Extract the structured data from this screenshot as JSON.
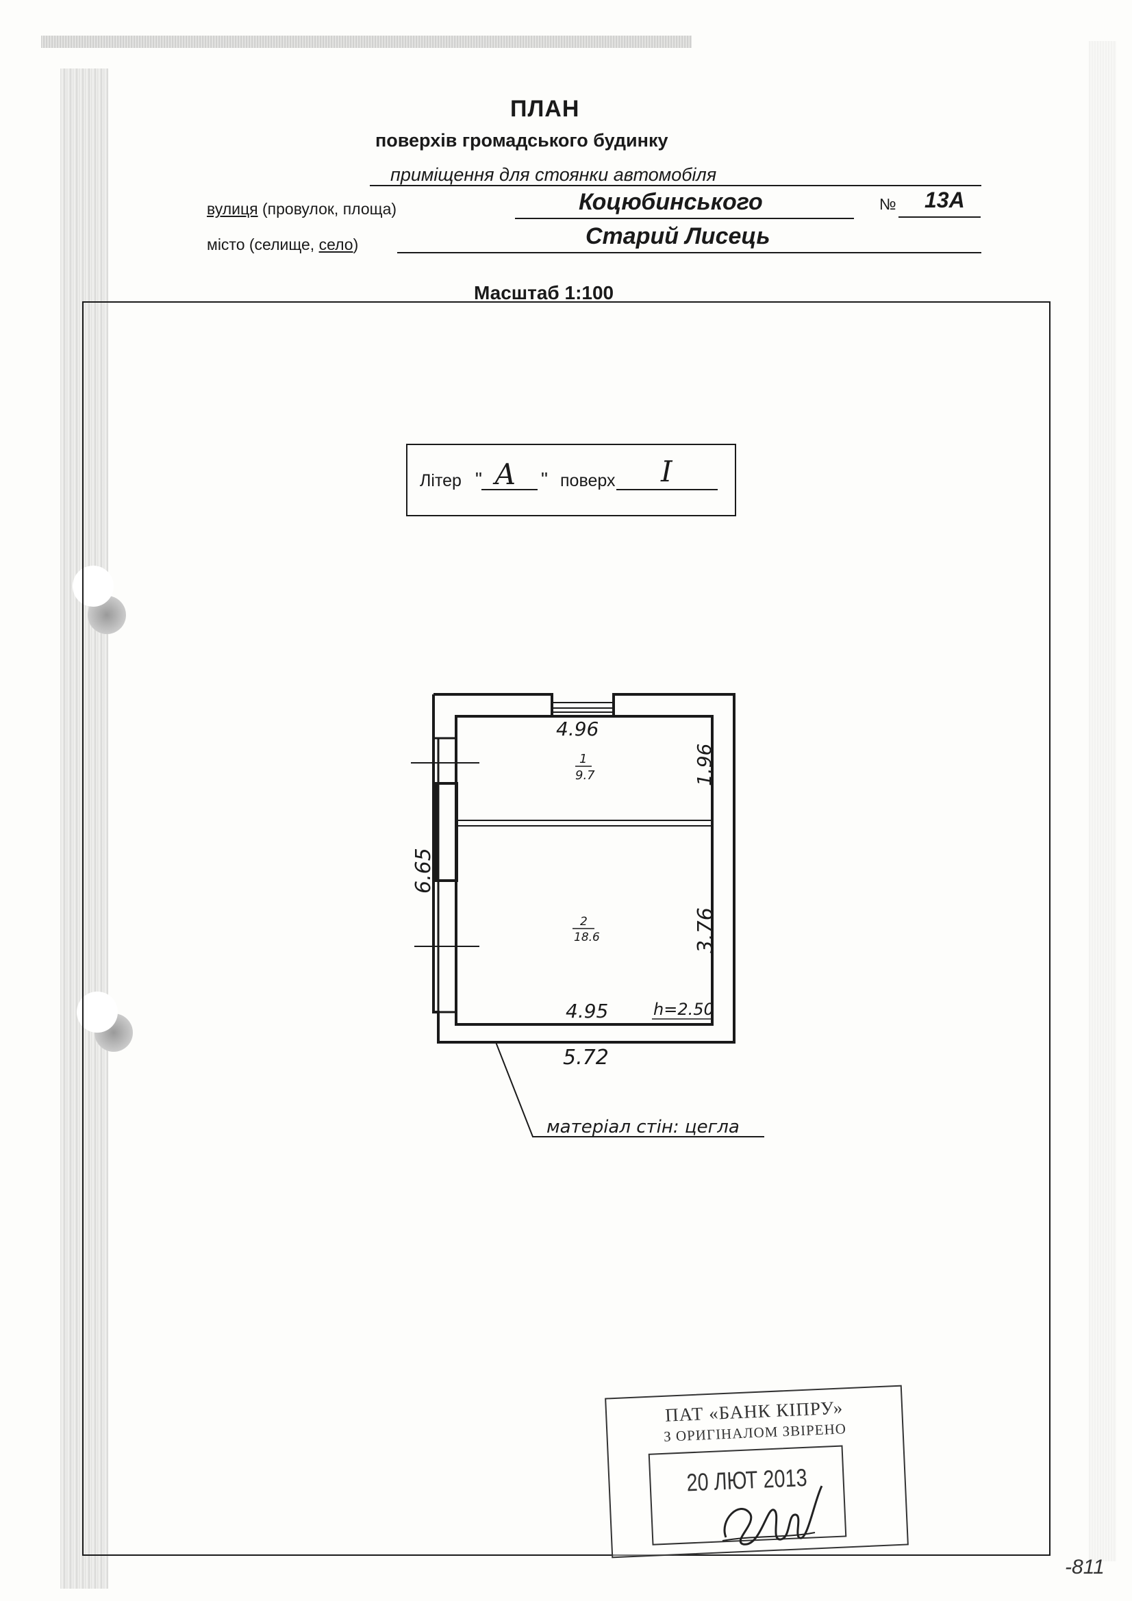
{
  "header": {
    "title": "ПЛАН",
    "subtitle": "поверхів громадського будинку",
    "purpose": "приміщення для стоянки автомобіля",
    "street_label_main": "вулиця",
    "street_label_rest": " (провулок, площа)",
    "street_value": "Коцюбинського",
    "number_label": "№",
    "number_value": "13А",
    "city_label_start": "місто (селище, ",
    "city_label_selected": "село",
    "city_label_end": ")",
    "city_value": "Старий Лисець",
    "scale": "Масштаб 1:100"
  },
  "liter_box": {
    "liter_label": "Літер",
    "open_quote": "\"",
    "close_quote": "\"",
    "liter_value": "А",
    "floor_label": "поверх",
    "floor_value": "I"
  },
  "plan": {
    "rooms": [
      {
        "number": "1",
        "area": "9.7"
      },
      {
        "number": "2",
        "area": "18.6"
      }
    ],
    "dimensions": {
      "top_inner": "4.96",
      "room1_depth": "1.96",
      "room2_depth": "3.76",
      "bottom_inner": "4.95",
      "height": "h=2.50",
      "outer_width": "5.72",
      "outer_length": "6.65"
    },
    "wall_material": "матеріал стін: цегла"
  },
  "stamp": {
    "line1": "ПАТ «БАНК КІПРУ»",
    "line2": "З ОРИГІНАЛОМ ЗВІРЕНО",
    "date": "20 ЛЮТ 2013"
  },
  "margin_note": "-811"
}
